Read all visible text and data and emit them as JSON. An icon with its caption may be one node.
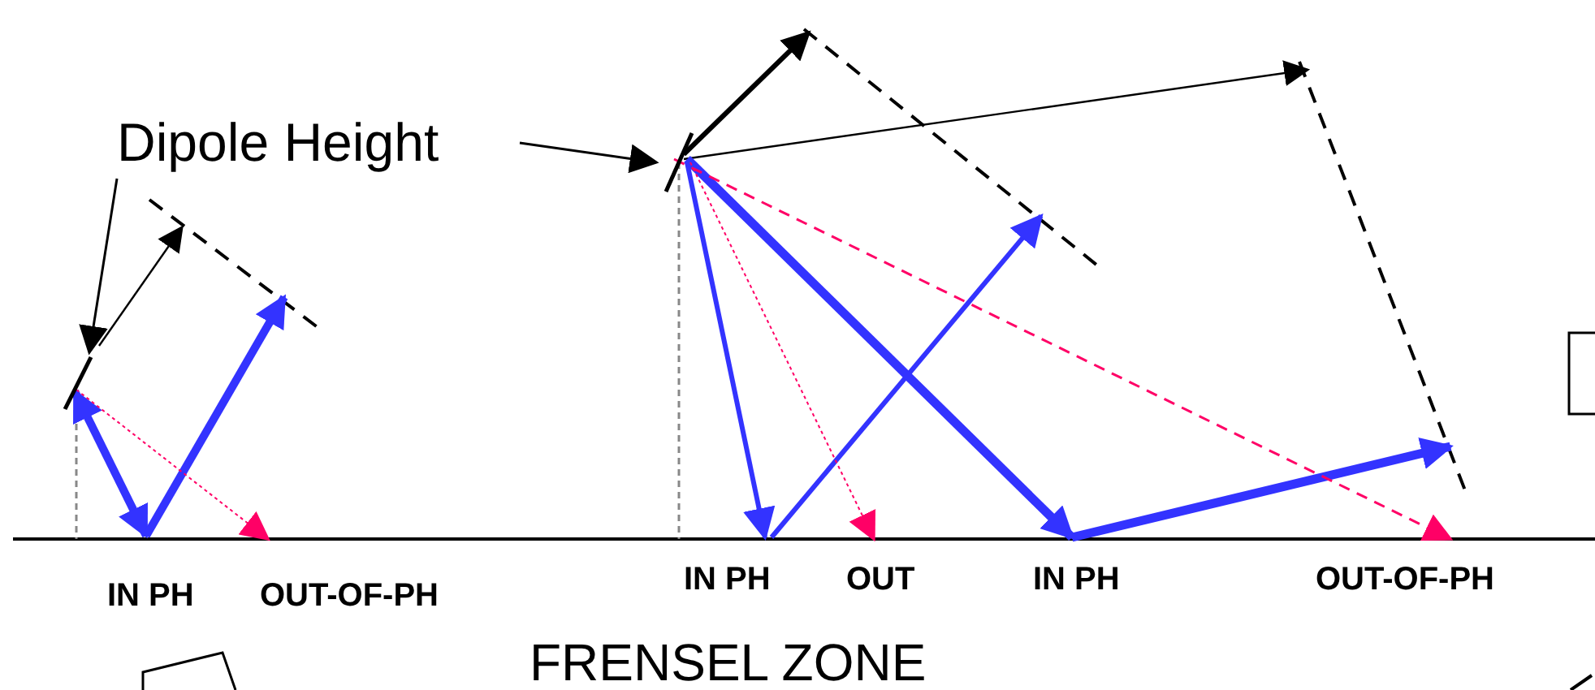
{
  "diagram": {
    "nodes": [
      {
        "text": [
          "Dipole Height"
        ]
      },
      {
        "text": [],
        "shape": "bar"
      },
      {
        "text": [],
        "shape": "bar"
      }
    ],
    "edges": [
      {
        "from": 0,
        "to": 1,
        "arrow": "to"
      },
      {
        "from": 0,
        "to": 2,
        "arrow": "to"
      }
    ],
    "labels": [
      "IN PH",
      "OUT-OF-PH",
      "IN PH",
      "OUT",
      "IN PH",
      "OUT-OF-PH",
      "FRENSEL ZONE"
    ]
  }
}
